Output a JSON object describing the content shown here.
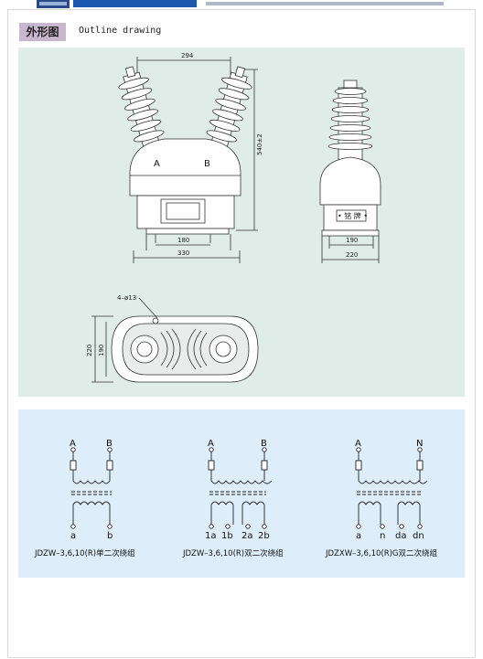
{
  "header": {
    "tag": "外形图",
    "title": "Outline drawing"
  },
  "front_view": {
    "dim_top": "294",
    "dim_height": "540±2",
    "dim_base_inner": "180",
    "dim_base_outer": "330",
    "terminal_a": "A",
    "terminal_b": "B"
  },
  "side_view": {
    "nameplate": "• 铭 牌 •",
    "dim_inner": "190",
    "dim_outer": "220"
  },
  "bottom_view": {
    "holes": "4–ø13",
    "dim_outer": "220",
    "dim_inner": "190"
  },
  "diagrams": [
    {
      "primary": [
        "A",
        "B"
      ],
      "secondary": [
        "a",
        "b"
      ],
      "caption": "JDZW–3,6,10(R)单二次绕组"
    },
    {
      "primary": [
        "A",
        "B"
      ],
      "secondary": [
        "1a",
        "1b",
        "2a",
        "2b"
      ],
      "caption": "JDZW–3,6,10(R)双二次绕组"
    },
    {
      "primary": [
        "A",
        "N"
      ],
      "secondary": [
        "a",
        "n",
        "da",
        "dn"
      ],
      "caption": "JDZXW–3,6,10(R)G双二次绕组"
    }
  ],
  "colors": {
    "outline_panel": "#e0ece8",
    "wiring_panel": "#ddeefa",
    "header_tag": "#c9b7cf"
  }
}
